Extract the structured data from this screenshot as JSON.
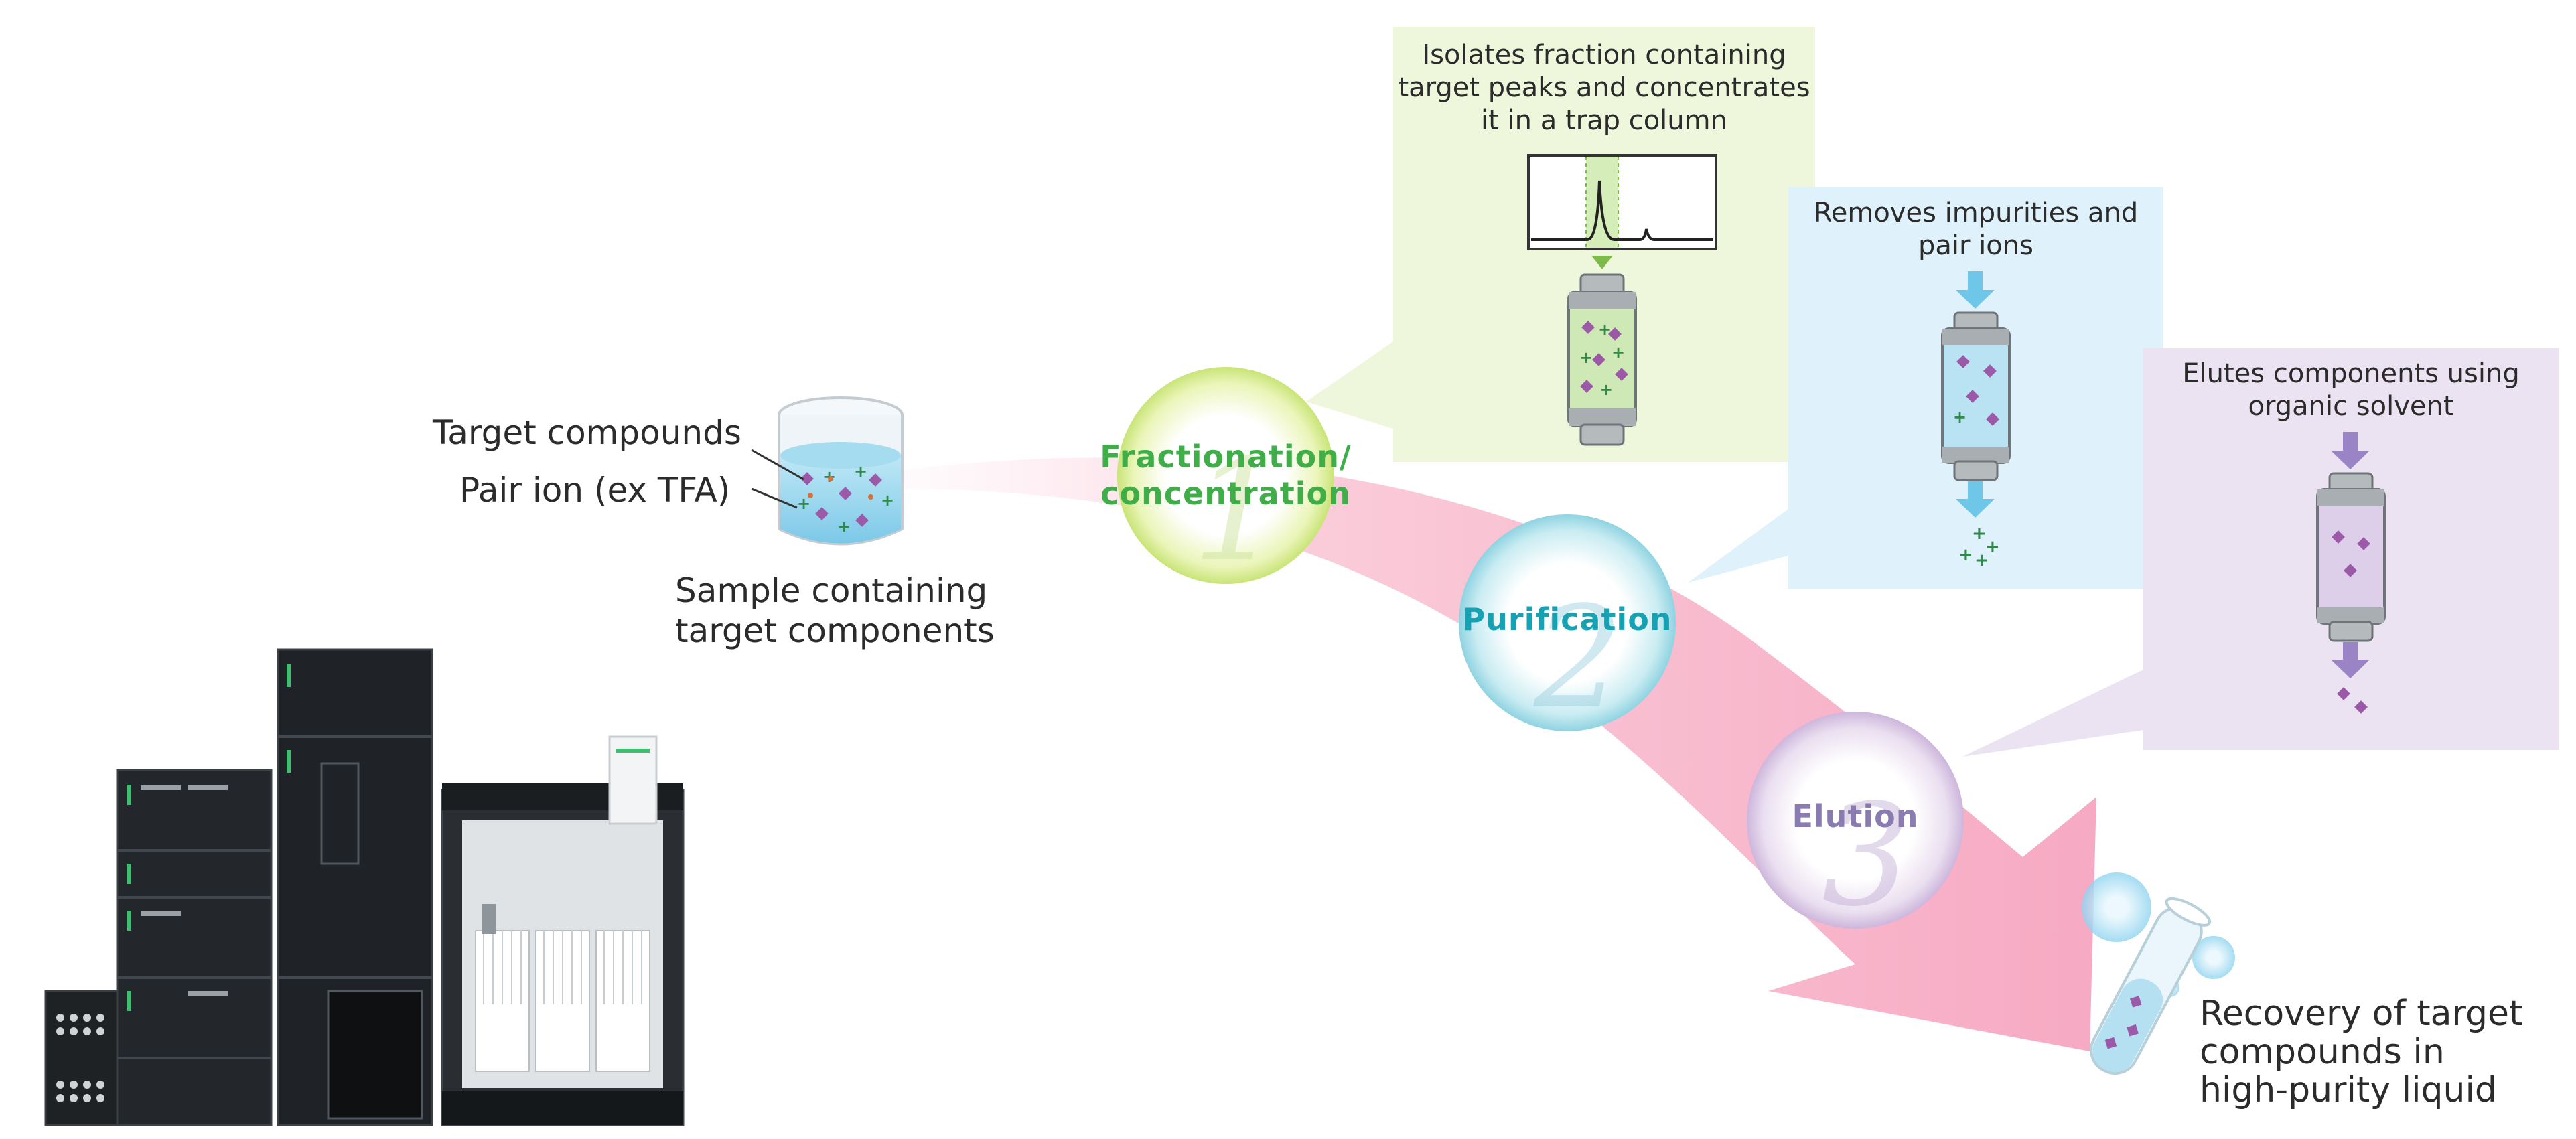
{
  "sample": {
    "label_target": "Target compounds",
    "label_pair_ion": "Pair ion (ex TFA)",
    "caption_line1": "Sample containing",
    "caption_line2": "target components"
  },
  "steps": [
    {
      "number": "1",
      "line1": "Fractionation/",
      "line2": "concentration",
      "color": "#3fae49"
    },
    {
      "number": "2",
      "line1": "Purification",
      "line2": "",
      "color": "#17a2b4"
    },
    {
      "number": "3",
      "line1": "Elution",
      "line2": "",
      "color": "#8a7bb0"
    }
  ],
  "panels": {
    "fractionation": {
      "line1": "Isolates fraction containing",
      "line2": "target peaks and concentrates",
      "line3": "it in a trap column",
      "bg": "#eef6dc"
    },
    "purification": {
      "line1": "Removes impurities and",
      "line2": "pair ions",
      "bg": "#dff1fa"
    },
    "elution": {
      "line1": "Elutes components using",
      "line2": "organic solvent",
      "bg": "#ebe3f1"
    }
  },
  "recovery": {
    "line1": "Recovery of target",
    "line2": "compounds in",
    "line3": "high-purity liquid"
  },
  "colors": {
    "arrow": "#f7b6c9",
    "compound": "#9b59a8",
    "pair_ion": "#2f8a4a",
    "impurity": "#d6733a"
  }
}
